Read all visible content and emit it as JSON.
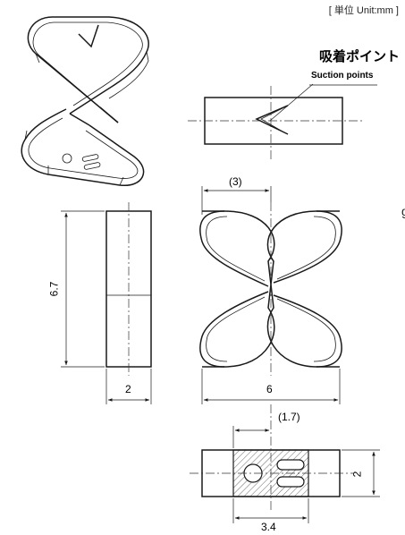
{
  "unit_label": "[ 単位 Unit:mm ]",
  "suction": {
    "label_jp": "吸着ポイント",
    "label_en": "Suction points"
  },
  "edge_text": "g",
  "dimensions": {
    "height": "6.7",
    "side_width": "2",
    "half_width": "(3)",
    "overall_width": "6",
    "offset": "(1.7)",
    "pad_height": "2",
    "pad_width": "3.4"
  }
}
